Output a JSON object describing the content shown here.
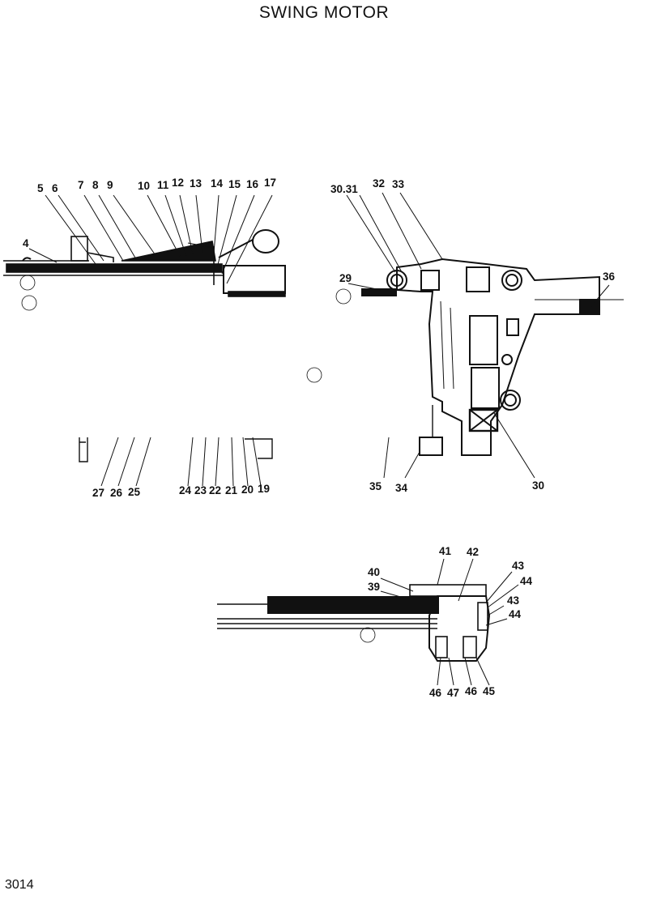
{
  "title": "SWING MOTOR",
  "page_number": "3014",
  "callouts_view1": [
    "5",
    "6",
    "7",
    "8",
    "9",
    "10",
    "11",
    "12",
    "13",
    "14",
    "15",
    "16",
    "17",
    "4",
    "27",
    "26",
    "25",
    "24",
    "23",
    "22",
    "21",
    "20",
    "19"
  ],
  "callouts_view2": [
    "30.31",
    "32",
    "33",
    "29",
    "36",
    "35",
    "34",
    "30"
  ],
  "callouts_view3": [
    "41",
    "42",
    "40",
    "39",
    "43",
    "44",
    "43",
    "44",
    "46",
    "47",
    "46",
    "45"
  ]
}
